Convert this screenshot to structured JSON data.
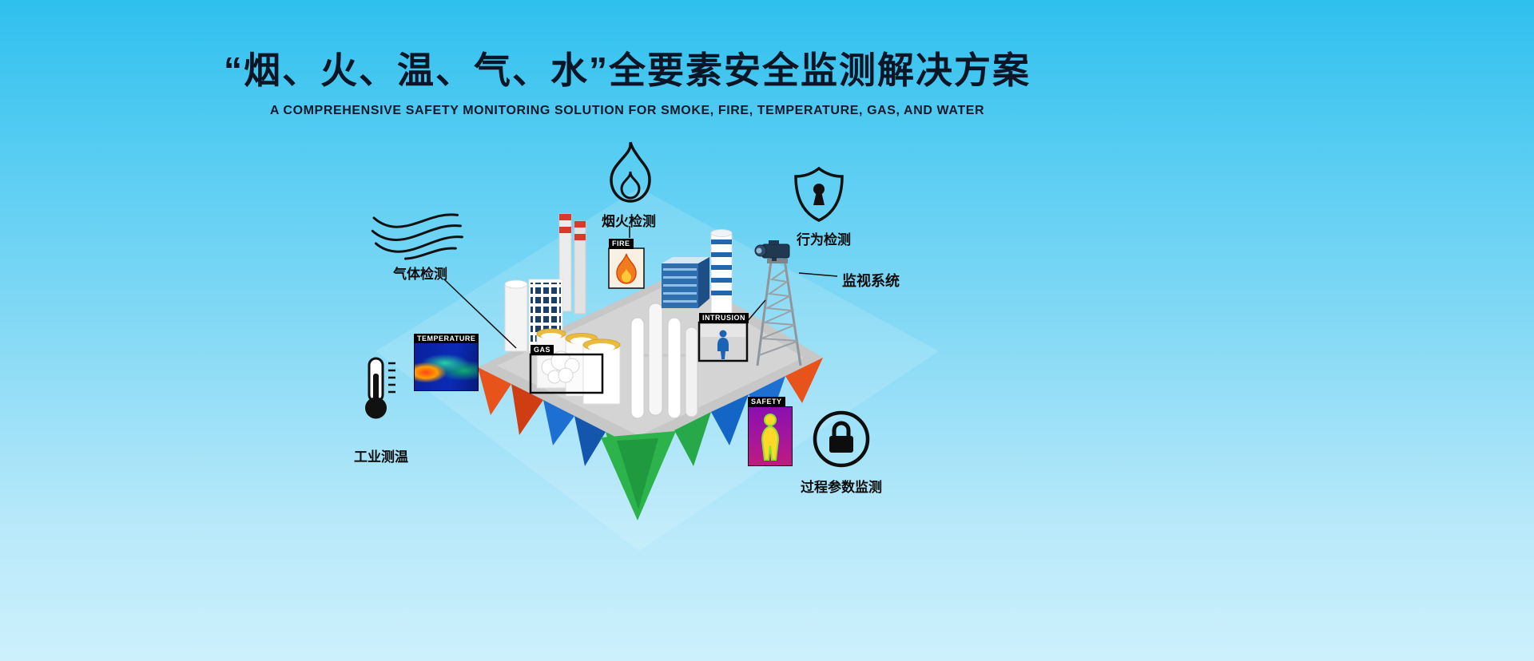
{
  "header": {
    "title": "“烟、火、温、气、水”全要素安全监测解决方案",
    "subtitle": "A COMPREHENSIVE SAFETY MONITORING SOLUTION FOR SMOKE, FIRE, TEMPERATURE, GAS, AND WATER"
  },
  "callouts": [
    {
      "id": "smoke-fire-detection",
      "label": "烟火检测",
      "icon": "flame-outline-icon"
    },
    {
      "id": "behavior-detection",
      "label": "行为检测",
      "icon": "shield-keyhole-icon"
    },
    {
      "id": "surveillance-system",
      "label": "监视系统",
      "icon": "camera-on-tower"
    },
    {
      "id": "gas-detection",
      "label": "气体检测",
      "icon": "smoke-waves-icon"
    },
    {
      "id": "industrial-temperature",
      "label": "工业测温",
      "icon": "thermometer-icon"
    },
    {
      "id": "process-parameter-monitoring",
      "label": "过程参数监测",
      "icon": "lock-circle-icon"
    }
  ],
  "scene_tags": [
    {
      "id": "temperature",
      "label": "TEMPERATURE"
    },
    {
      "id": "fire",
      "label": "FIRE"
    },
    {
      "id": "gas",
      "label": "GAS"
    },
    {
      "id": "intrusion",
      "label": "INTRUSION"
    },
    {
      "id": "safety",
      "label": "SAFETY"
    }
  ],
  "colors": {
    "background_top": "#2fc0ee",
    "background_bottom": "#cdf0fc",
    "title_text": "#0a1526",
    "island_gray": "#c7c7c7",
    "island_orange": "#e8521b",
    "island_blue": "#1d6fd1",
    "island_green": "#2cb34b",
    "tag_background": "#000000",
    "tag_text": "#ffffff",
    "flame_orange": "#f07c1e"
  }
}
